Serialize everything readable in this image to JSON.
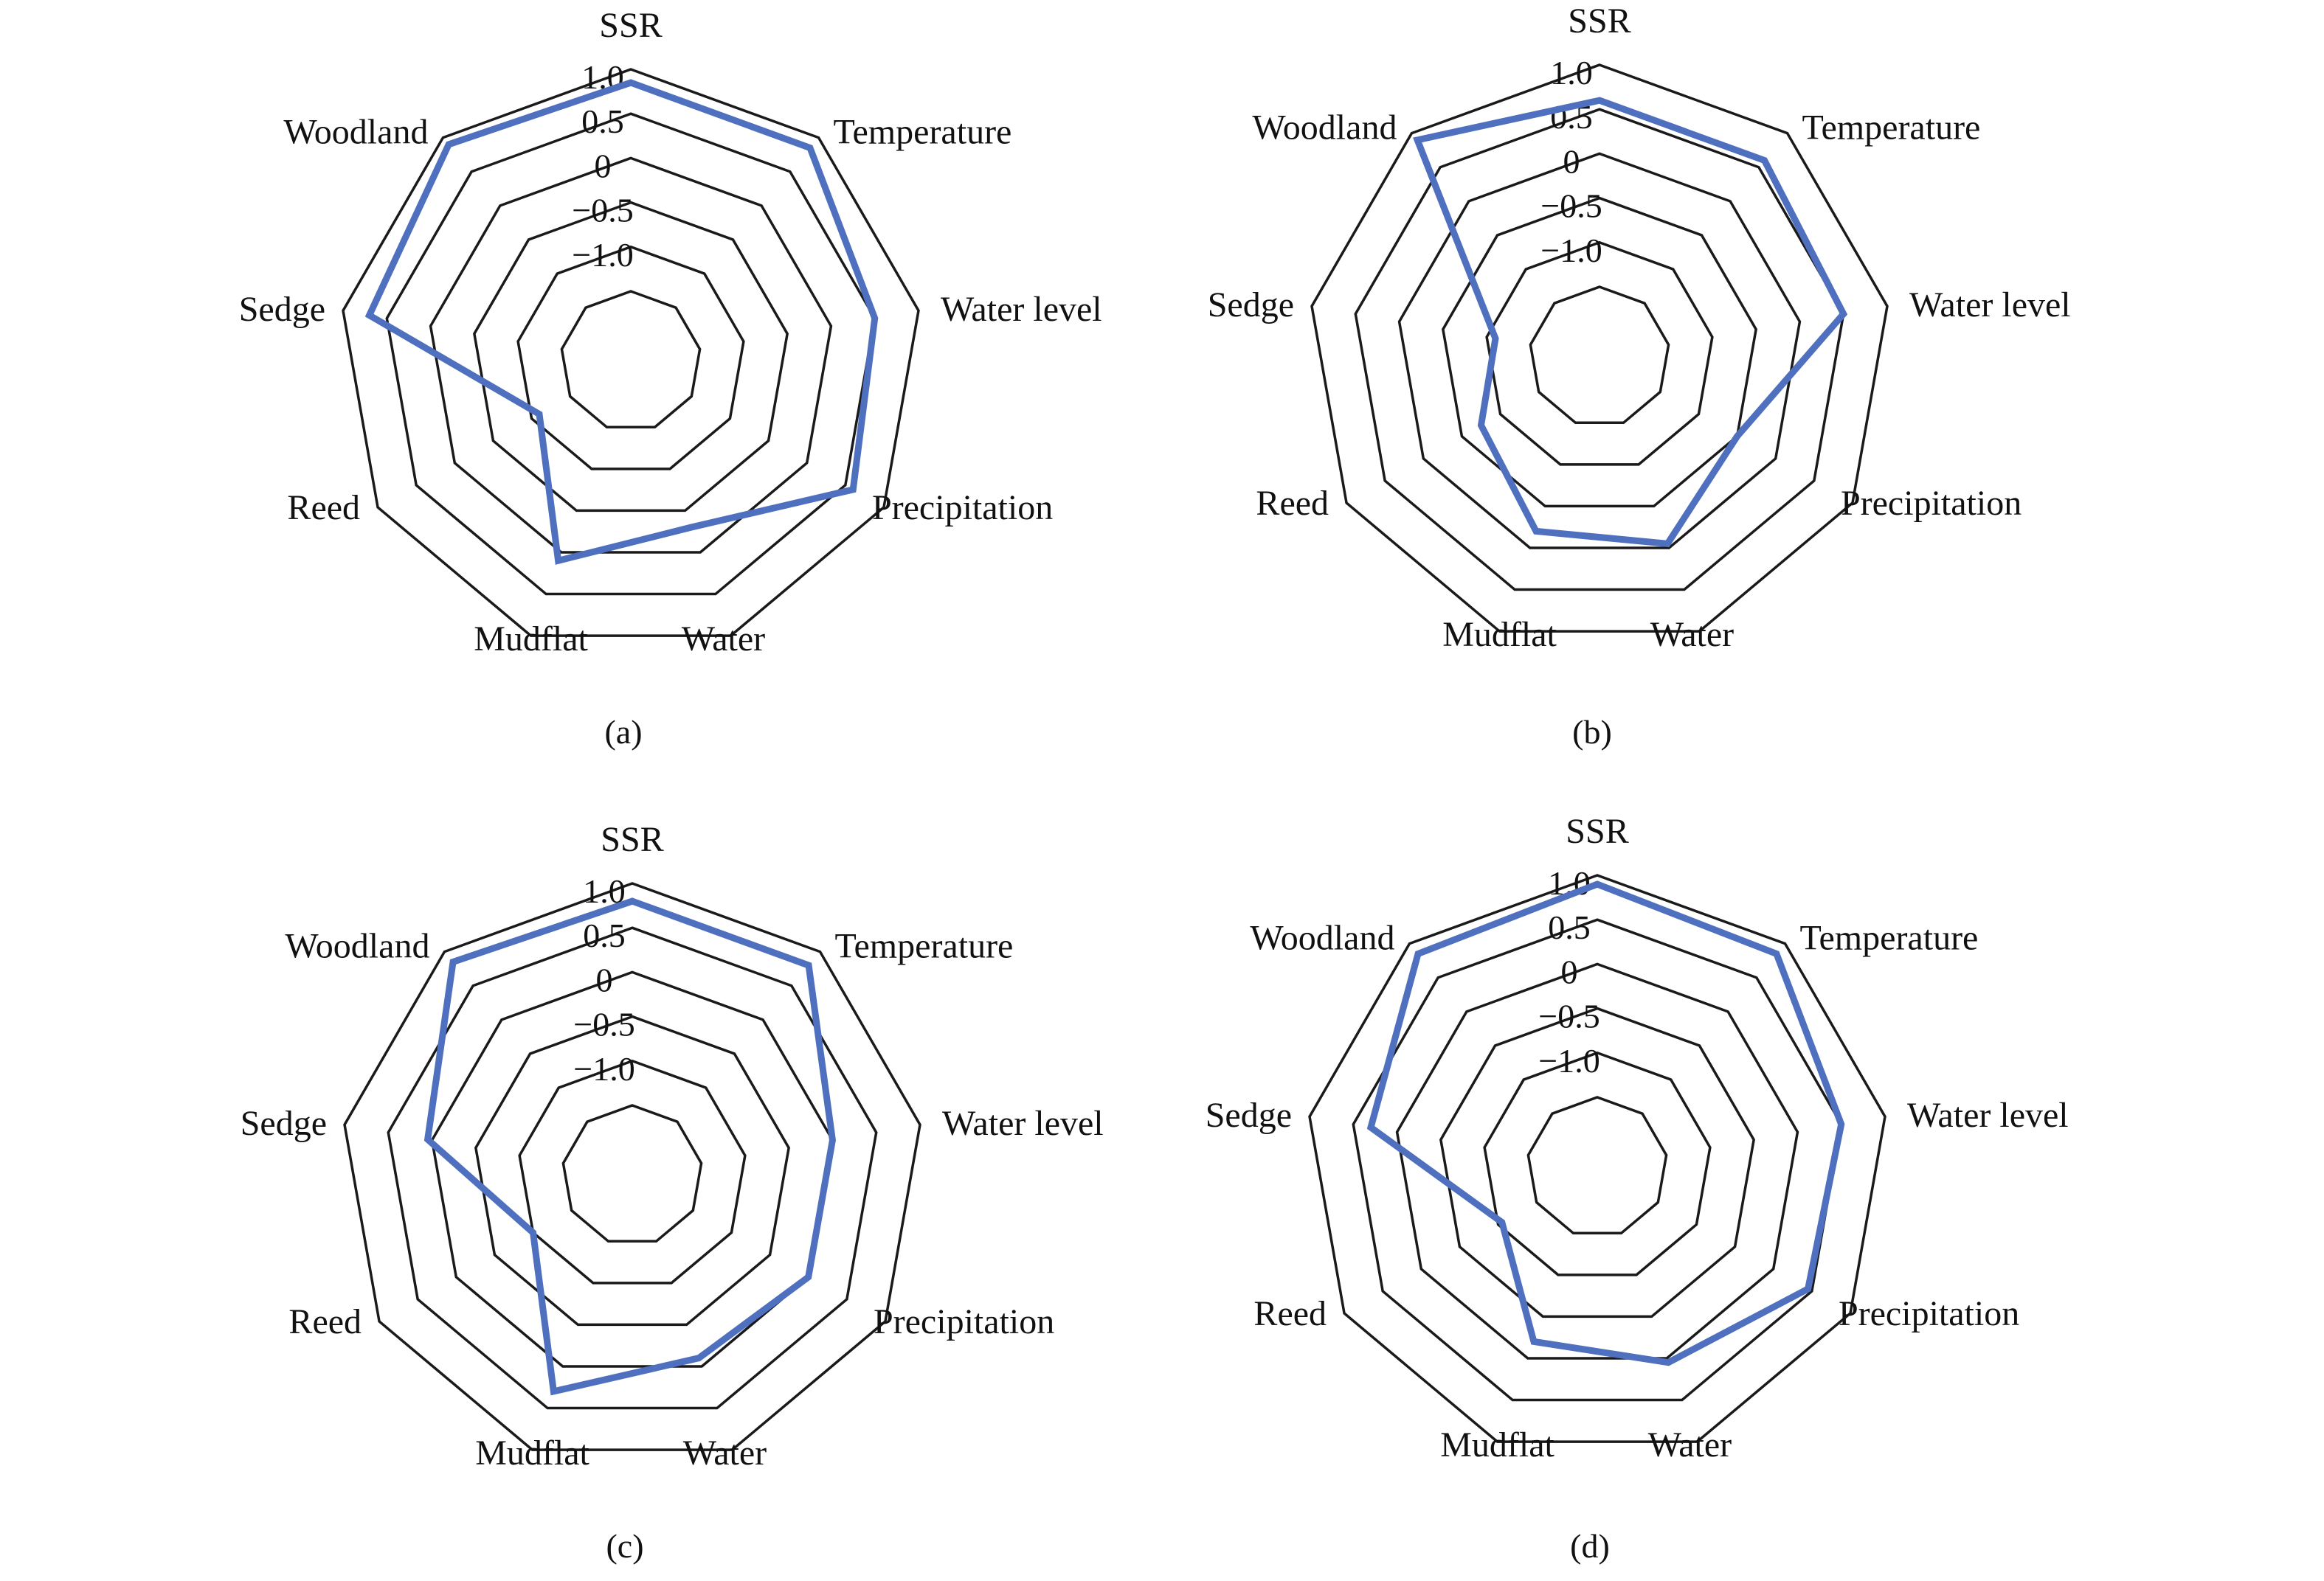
{
  "colors": {
    "series": "#4f6fbf",
    "grid": "#1a1a1a"
  },
  "chart_data": [
    {
      "type": "radar",
      "panel_label": "(a)",
      "categories": [
        "SSR",
        "Temperature",
        "Water level",
        "Precipitation",
        "Water",
        "Mudflat",
        "Reed",
        "Sedge",
        "Woodland"
      ],
      "ticks": [
        "1.0",
        "0.5",
        "0",
        "-0.5",
        "-1.0"
      ],
      "rlim": [
        -1.5,
        1.0
      ],
      "values": [
        0.85,
        0.85,
        0.5,
        0.6,
        -0.3,
        0.1,
        -1.1,
        0.7,
        0.9
      ]
    },
    {
      "type": "radar",
      "panel_label": "(b)",
      "categories": [
        "SSR",
        "Temperature",
        "Water level",
        "Precipitation",
        "Water",
        "Mudflat",
        "Reed",
        "Sedge",
        "Woodland"
      ],
      "ticks": [
        "1.0",
        "0.5",
        "0",
        "-0.5",
        "-1.0"
      ],
      "rlim": [
        -1.5,
        1.0
      ],
      "values": [
        0.6,
        0.6,
        0.5,
        -0.5,
        -0.05,
        -0.2,
        -0.75,
        -1.1,
        0.9
      ]
    },
    {
      "type": "radar",
      "panel_label": "(c)",
      "categories": [
        "SSR",
        "Temperature",
        "Water level",
        "Precipitation",
        "Water",
        "Mudflat",
        "Reed",
        "Sedge",
        "Woodland"
      ],
      "ticks": [
        "1.0",
        "0.5",
        "0",
        "-0.5",
        "-1.0"
      ],
      "rlim": [
        -1.5,
        1.0
      ],
      "values": [
        0.8,
        0.8,
        0.0,
        0.0,
        -0.1,
        0.3,
        -1.0,
        0.05,
        0.85
      ]
    },
    {
      "type": "radar",
      "panel_label": "(d)",
      "categories": [
        "SSR",
        "Temperature",
        "Water level",
        "Precipitation",
        "Water",
        "Mudflat",
        "Reed",
        "Sedge",
        "Woodland"
      ],
      "ticks": [
        "1.0",
        "0.5",
        "0",
        "-0.5",
        "-1.0"
      ],
      "rlim": [
        -1.5,
        1.0
      ],
      "values": [
        0.9,
        0.85,
        0.5,
        0.45,
        0.05,
        -0.2,
        -1.05,
        0.3,
        0.85
      ]
    }
  ]
}
